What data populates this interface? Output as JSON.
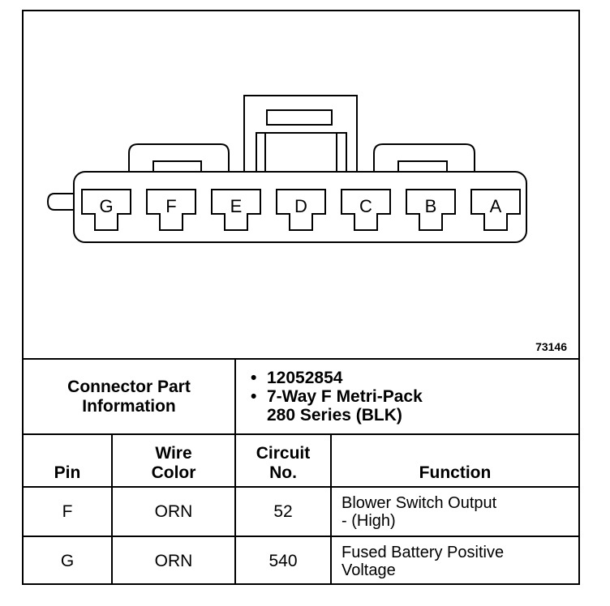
{
  "figure_id": "73146",
  "connector": {
    "pins": [
      "G",
      "F",
      "E",
      "D",
      "C",
      "B",
      "A"
    ]
  },
  "part_info": {
    "title_line1": "Connector Part",
    "title_line2": "Information",
    "bullet1": "12052854",
    "bullet2_line1": "7-Way F Metri-Pack",
    "bullet2_line2": "280 Series (BLK)"
  },
  "table": {
    "headers": {
      "pin": "Pin",
      "wire_line1": "Wire",
      "wire_line2": "Color",
      "circuit_line1": "Circuit",
      "circuit_line2": "No.",
      "function": "Function"
    },
    "rows": [
      {
        "pin": "F",
        "wire": "ORN",
        "circuit": "52",
        "function_line1": "Blower Switch Output",
        "function_line2": "- (High)"
      },
      {
        "pin": "G",
        "wire": "ORN",
        "circuit": "540",
        "function_line1": "Fused Battery Positive",
        "function_line2": "Voltage"
      }
    ]
  }
}
